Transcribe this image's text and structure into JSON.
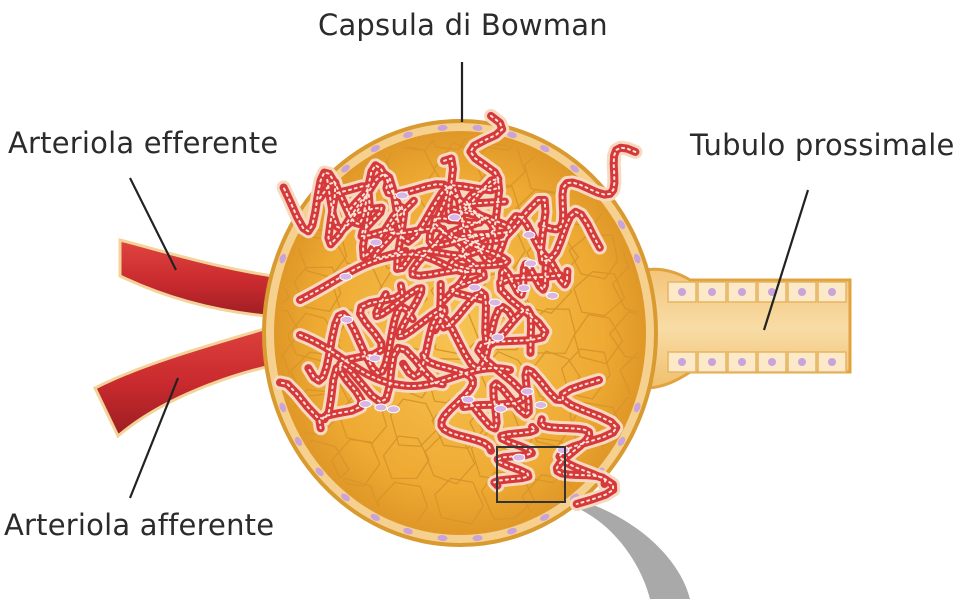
{
  "labels": {
    "capsula": "Capsula di Bowman",
    "efferente": "Arteriola efferente",
    "tubulo": "Tubulo prossimale",
    "afferente": "Arteriola afferente"
  },
  "colors": {
    "capsule_fill": "#f2b53f",
    "capsule_outer": "#e8a838",
    "capsule_rim": "#fde6b3",
    "cell_line": "#d9952a",
    "vessel_red": "#cc2b30",
    "vessel_dark": "#9c1e22",
    "capillary_light": "#fbe4d6",
    "capillary_red": "#d6393c",
    "nucleus": "#c9a3d9",
    "leader": "#222222",
    "zoom_box": "#333333",
    "callout_gray": "#a9a9a9"
  }
}
